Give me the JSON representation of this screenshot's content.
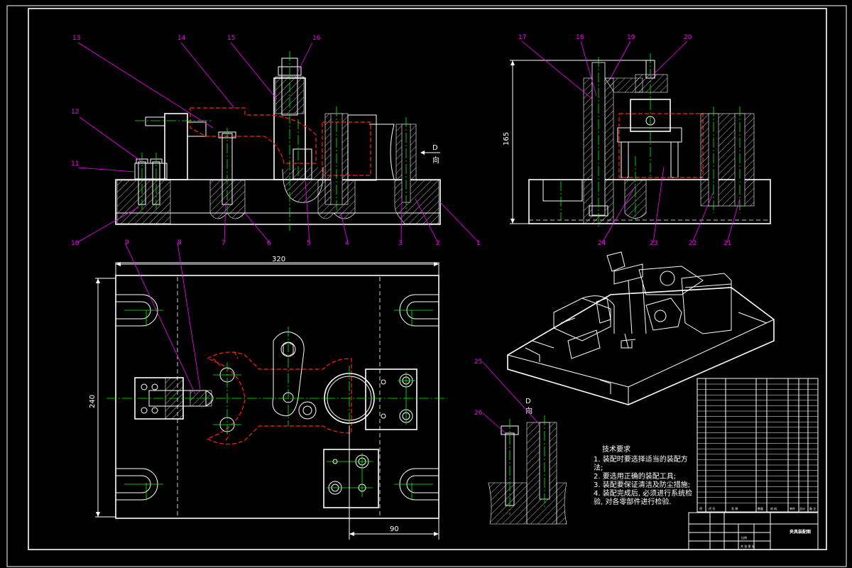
{
  "drawing": {
    "callouts": {
      "front": [
        "13",
        "14",
        "15",
        "16",
        "12",
        "11",
        "10",
        "7",
        "6",
        "5",
        "4",
        "3",
        "2",
        "1"
      ],
      "side": [
        "17",
        "18",
        "19",
        "20",
        "24",
        "23",
        "22",
        "21"
      ],
      "top": [
        "9",
        "8"
      ],
      "detail": [
        "25",
        "26"
      ]
    },
    "dimensions": {
      "side_height": "165",
      "plan_width": "320",
      "plan_height": "240",
      "plan_offset": "90"
    },
    "section_marks": {
      "front_arrow": "D",
      "front_arrow_sub": "向",
      "detail_title": "D",
      "detail_title_sub": "向"
    },
    "notes": {
      "title": "技术要求",
      "items": [
        "1. 装配时要选择适当的装配方",
        "法;",
        "2. 要选用正确的装配工具;",
        "3. 装配要保证清洁及防尘措施;",
        "4. 装配完成后, 必须进行系统检",
        "验, 对各零部件进行检验."
      ]
    },
    "title_block": {
      "big_label": "夹具装配图",
      "parts_header": [
        "序",
        "代 号",
        "名 称",
        "数量",
        "材 料",
        "单件",
        "总计",
        "备 注"
      ],
      "scale_label": "比例",
      "sign_label": "共 张 第 张"
    }
  }
}
